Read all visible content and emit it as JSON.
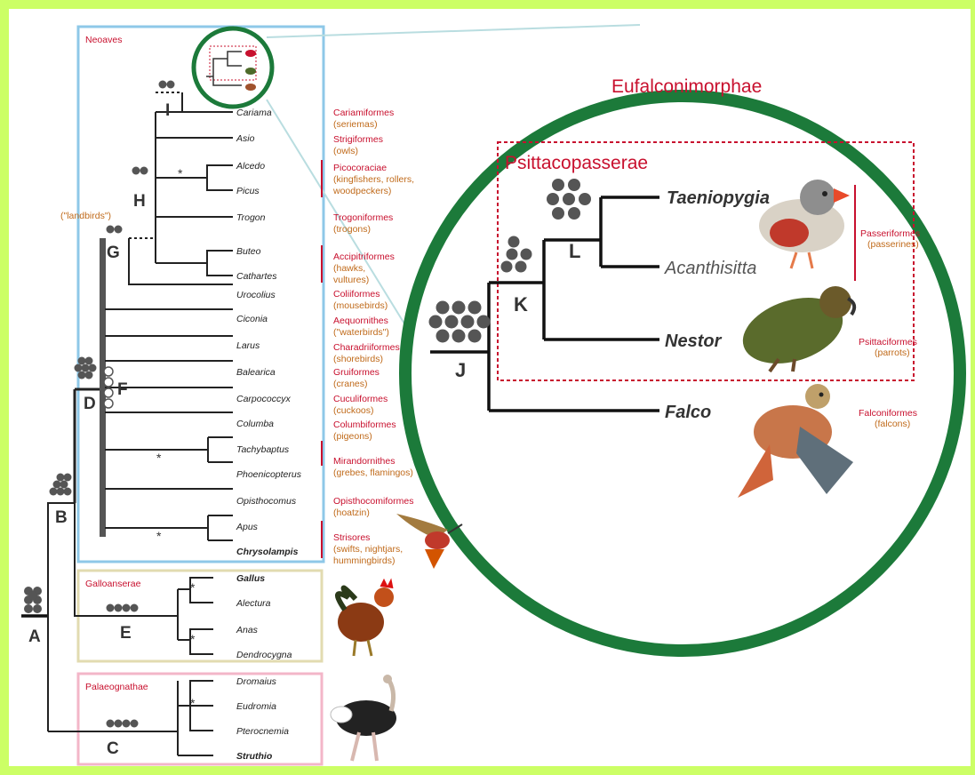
{
  "clade_boxes": {
    "neoaves": "Neoaves",
    "galloanserae": "Galloanserae",
    "palaeognathae": "Palaeognathae",
    "landbirds": "(\"landbirds\")"
  },
  "nodes": [
    "A",
    "B",
    "C",
    "D",
    "E",
    "F",
    "G",
    "H",
    "I"
  ],
  "taxa": {
    "cariama": "Cariama",
    "asio": "Asio",
    "alcedo": "Alcedo",
    "picus": "Picus",
    "trogon": "Trogon",
    "buteo": "Buteo",
    "cathartes": "Cathartes",
    "urocolius": "Urocolius",
    "ciconia": "Ciconia",
    "larus": "Larus",
    "balearica": "Balearica",
    "carpococcyx": "Carpococcyx",
    "columba": "Columba",
    "tachybaptus": "Tachybaptus",
    "phoenicopterus": "Phoenicopterus",
    "opisthocomus": "Opisthocomus",
    "apus": "Apus",
    "chrysolampis": "Chrysolampis",
    "gallus": "Gallus",
    "alectura": "Alectura",
    "anas": "Anas",
    "dendrocygna": "Dendrocygna",
    "dromaius": "Dromaius",
    "eudromia": "Eudromia",
    "pterocnemia": "Pterocnemia",
    "struthio": "Struthio"
  },
  "orders": [
    {
      "name": "Cariamiformes",
      "common": "(seriemas)"
    },
    {
      "name": "Strigiformes",
      "common": "(owls)"
    },
    {
      "name": "Picocoraciae",
      "common": "(kingfishers, rollers,",
      "common2": "woodpeckers)"
    },
    {
      "name": "Trogoniformes",
      "common": "(trogons)"
    },
    {
      "name": "Accipitriformes",
      "common": "(hawks,",
      "common2": "vultures)"
    },
    {
      "name": "Coliiformes",
      "common": "(mousebirds)"
    },
    {
      "name": "Aequornithes",
      "common": "(\"waterbirds\")"
    },
    {
      "name": "Charadriiformes",
      "common": "(shorebirds)"
    },
    {
      "name": "Gruiformes",
      "common": "(cranes)"
    },
    {
      "name": "Cuculiformes",
      "common": "(cuckoos)"
    },
    {
      "name": "Columbiformes",
      "common": "(pigeons)"
    },
    {
      "name": "Mirandornithes",
      "common": "(grebes, flamingos)"
    },
    {
      "name": "Opisthocomiformes",
      "common": "(hoatzin)"
    },
    {
      "name": "Strisores",
      "common": "(swifts, nightjars,",
      "common2": "hummingbirds)"
    }
  ],
  "inset": {
    "title": "Eufalconimorphae",
    "subtitle": "Psittacopasserae",
    "taxa": {
      "taeniopygia": "Taeniopygia",
      "acanthisitta": "Acanthisitta",
      "nestor": "Nestor",
      "falco": "Falco"
    },
    "nodes": [
      "J",
      "K",
      "L"
    ],
    "orders": [
      {
        "name": "Passeriformes",
        "common": "(passerines)"
      },
      {
        "name": "Psittaciformes",
        "common": "(parrots)"
      },
      {
        "name": "Falconiformes",
        "common": "(falcons)"
      }
    ]
  },
  "asterisk": "*",
  "colors": {
    "background": "#ccff66",
    "neoaves_box": "#8ec8e8",
    "galloanserae_box": "#e2dbb0",
    "palaeognathae_box": "#f3b6c8",
    "circle": "#1c7a3a",
    "accent": "#c8102e"
  }
}
